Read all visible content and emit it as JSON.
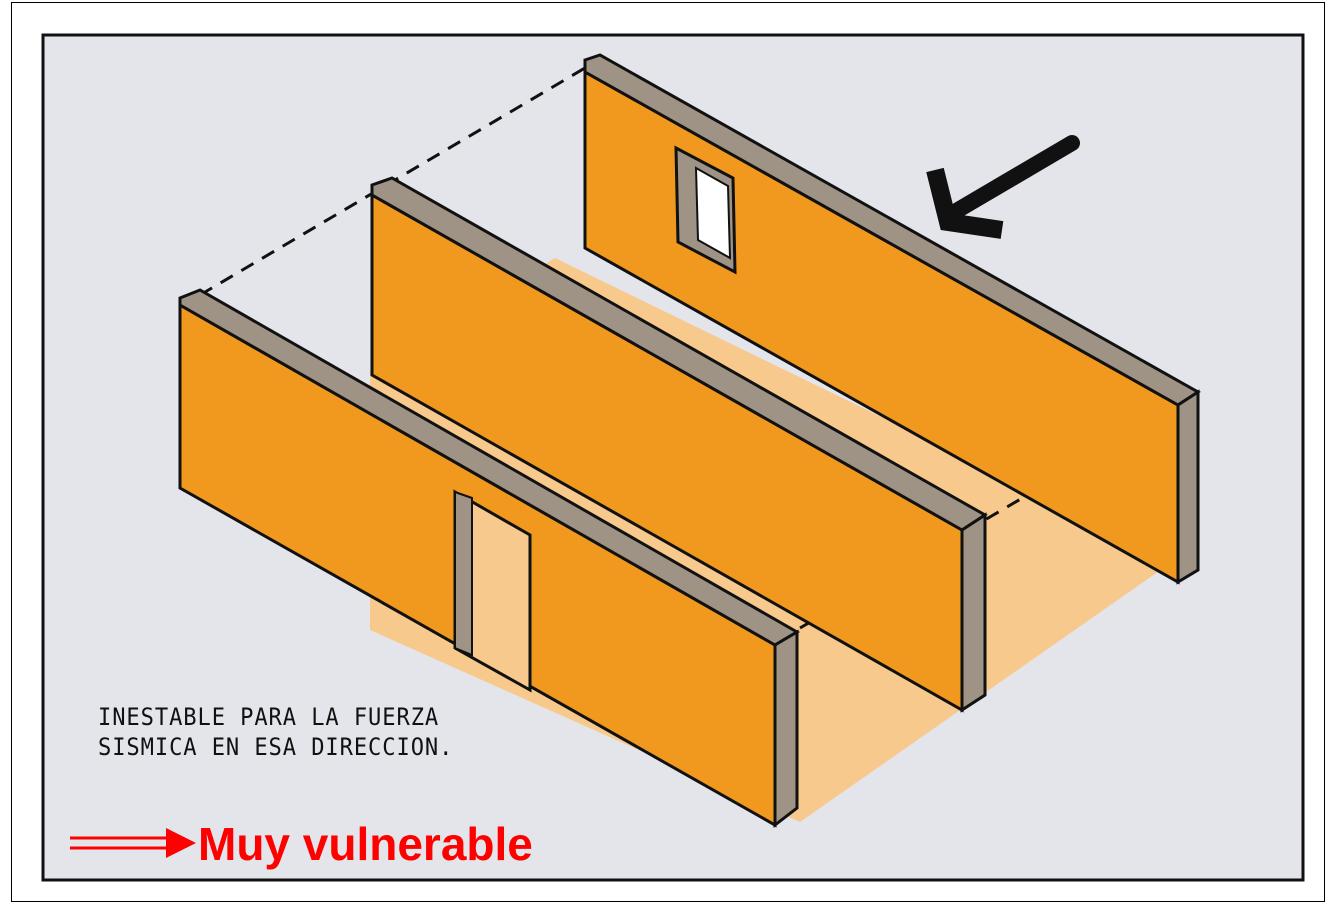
{
  "caption": {
    "line1": "INESTABLE PARA LA FUERZA",
    "line2": "SISMICA  EN ESA DIRECCION."
  },
  "label": {
    "text": "Muy vulnerable",
    "color": "#ff0000"
  },
  "colors": {
    "background": "#e4e5eb",
    "wall_face": "#f0991e",
    "wall_top": "#9f9386",
    "floor": "#f8c98d",
    "outline": "#111111"
  },
  "icons": {
    "force_arrow": "arrow-down-left-icon",
    "label_arrow": "arrow-right-icon"
  }
}
